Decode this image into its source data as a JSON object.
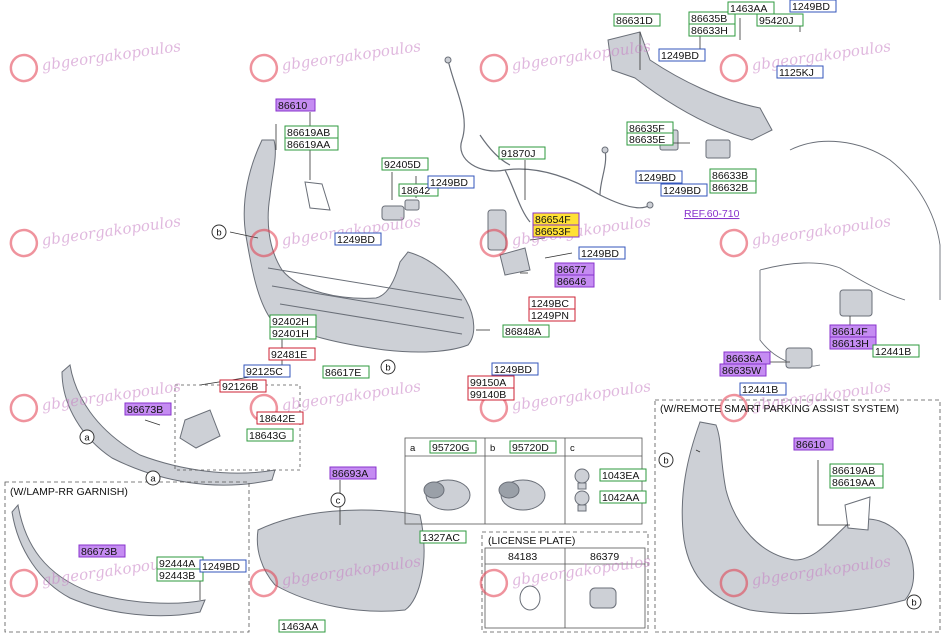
{
  "colors": {
    "label_text": "#111111",
    "frame_green": "#2e9a3e",
    "frame_blue": "#3355bb",
    "frame_red": "#cc2233",
    "frame_purple": "#8833cc",
    "fill_purple": "#c58cf2",
    "fill_yellow_highlight": "#ffe135",
    "part_fill": "#cdd0d6",
    "part_stroke": "#6a6f78",
    "leader": "#333333",
    "watermark": "#c77fc4",
    "watermark_logo": "#e23a4c"
  },
  "watermark": {
    "text": "gbgeorgakopoulos",
    "logo_icon": "gbg-logo-icon"
  },
  "section_headers": {
    "remote_parking": "(W/REMOTE SMART PARKING ASSIST SYSTEM)",
    "lamp_garnish": "(W/LAMP-RR GARNISH)",
    "license_plate": "(LICENSE PLATE)"
  },
  "reference": "REF.60-710",
  "callouts": {
    "a": "a",
    "b": "b",
    "c": "c"
  },
  "parts_table": [
    {
      "ref": "a",
      "code": "95720G",
      "icon": "parking-sensor-icon"
    },
    {
      "ref": "b",
      "code": "95720D",
      "icon": "parking-sensor-icon"
    },
    {
      "ref": "c",
      "codes": [
        "1043EA",
        "1042AA"
      ],
      "icon": "clip-icon"
    }
  ],
  "license_plate_parts": [
    "84183",
    "86379"
  ],
  "labels": [
    {
      "id": "86610-main",
      "text": "86610",
      "style": "purple-fill"
    },
    {
      "id": "86619AB-main",
      "text": "86619AB",
      "style": "green"
    },
    {
      "id": "86619AA-main",
      "text": "86619AA",
      "style": "green"
    },
    {
      "id": "92405D",
      "text": "92405D",
      "style": "green"
    },
    {
      "id": "18642",
      "text": "18642",
      "style": "green"
    },
    {
      "id": "1249BD-a",
      "text": "1249BD",
      "style": "blue"
    },
    {
      "id": "1249BD-b",
      "text": "1249BD",
      "style": "blue"
    },
    {
      "id": "91870J",
      "text": "91870J",
      "style": "green"
    },
    {
      "id": "86654F",
      "text": "86654F",
      "style": "purple-fill"
    },
    {
      "id": "86653F",
      "text": "86653F",
      "style": "purple-fill"
    },
    {
      "id": "1249BD-c",
      "text": "1249BD",
      "style": "blue"
    },
    {
      "id": "86677",
      "text": "86677",
      "style": "purple-fill"
    },
    {
      "id": "86646",
      "text": "86646",
      "style": "purple-fill"
    },
    {
      "id": "1249BC",
      "text": "1249BC",
      "style": "red"
    },
    {
      "id": "1249PN",
      "text": "1249PN",
      "style": "red"
    },
    {
      "id": "86848A",
      "text": "86848A",
      "style": "green"
    },
    {
      "id": "92402H",
      "text": "92402H",
      "style": "green"
    },
    {
      "id": "92401H",
      "text": "92401H",
      "style": "green"
    },
    {
      "id": "92481E",
      "text": "92481E",
      "style": "red"
    },
    {
      "id": "92125C",
      "text": "92125C",
      "style": "blue"
    },
    {
      "id": "92126B",
      "text": "92126B",
      "style": "red"
    },
    {
      "id": "18642E",
      "text": "18642E",
      "style": "red"
    },
    {
      "id": "18643G",
      "text": "18643G",
      "style": "green"
    },
    {
      "id": "86617E",
      "text": "86617E",
      "style": "green"
    },
    {
      "id": "1249BD-d",
      "text": "1249BD",
      "style": "blue"
    },
    {
      "id": "99150A",
      "text": "99150A",
      "style": "red"
    },
    {
      "id": "99140B",
      "text": "99140B",
      "style": "red"
    },
    {
      "id": "86673B",
      "text": "86673B",
      "style": "purple-fill"
    },
    {
      "id": "86631D",
      "text": "86631D",
      "style": "green"
    },
    {
      "id": "86635B-top",
      "text": "86635B",
      "style": "green"
    },
    {
      "id": "86633H",
      "text": "86633H",
      "style": "green"
    },
    {
      "id": "1463AA-top",
      "text": "1463AA",
      "style": "green"
    },
    {
      "id": "95420J",
      "text": "95420J",
      "style": "green"
    },
    {
      "id": "1249BD-e",
      "text": "1249BD",
      "style": "blue"
    },
    {
      "id": "1249BD-f",
      "text": "1249BD",
      "style": "blue"
    },
    {
      "id": "1125KJ",
      "text": "1125KJ",
      "style": "blue"
    },
    {
      "id": "86635F",
      "text": "86635F",
      "style": "green"
    },
    {
      "id": "86635E",
      "text": "86635E",
      "style": "green"
    },
    {
      "id": "1249BD-g",
      "text": "1249BD",
      "style": "blue"
    },
    {
      "id": "1249BD-h",
      "text": "1249BD",
      "style": "blue"
    },
    {
      "id": "86633B",
      "text": "86633B",
      "style": "green"
    },
    {
      "id": "86632B",
      "text": "86632B",
      "style": "green"
    },
    {
      "id": "86614F",
      "text": "86614F",
      "style": "purple-fill"
    },
    {
      "id": "86613H",
      "text": "86613H",
      "style": "purple-fill"
    },
    {
      "id": "12441B-a",
      "text": "12441B",
      "style": "green"
    },
    {
      "id": "86636A",
      "text": "86636A",
      "style": "purple-fill"
    },
    {
      "id": "86635W",
      "text": "86635W",
      "style": "purple-fill"
    },
    {
      "id": "12441B-b",
      "text": "12441B",
      "style": "blue"
    },
    {
      "id": "86610-rsp",
      "text": "86610",
      "style": "purple-fill"
    },
    {
      "id": "86619AB-rsp",
      "text": "86619AB",
      "style": "green"
    },
    {
      "id": "86619AA-rsp",
      "text": "86619AA",
      "style": "green"
    },
    {
      "id": "86693A",
      "text": "86693A",
      "style": "purple-fill"
    },
    {
      "id": "1327AC",
      "text": "1327AC",
      "style": "green"
    },
    {
      "id": "1463AA-bottom",
      "text": "1463AA",
      "style": "green"
    },
    {
      "id": "86673B-garnish",
      "text": "86673B",
      "style": "purple-fill"
    },
    {
      "id": "92444A",
      "text": "92444A",
      "style": "green"
    },
    {
      "id": "92443B",
      "text": "92443B",
      "style": "green"
    },
    {
      "id": "1249BD-i",
      "text": "1249BD",
      "style": "blue"
    }
  ]
}
